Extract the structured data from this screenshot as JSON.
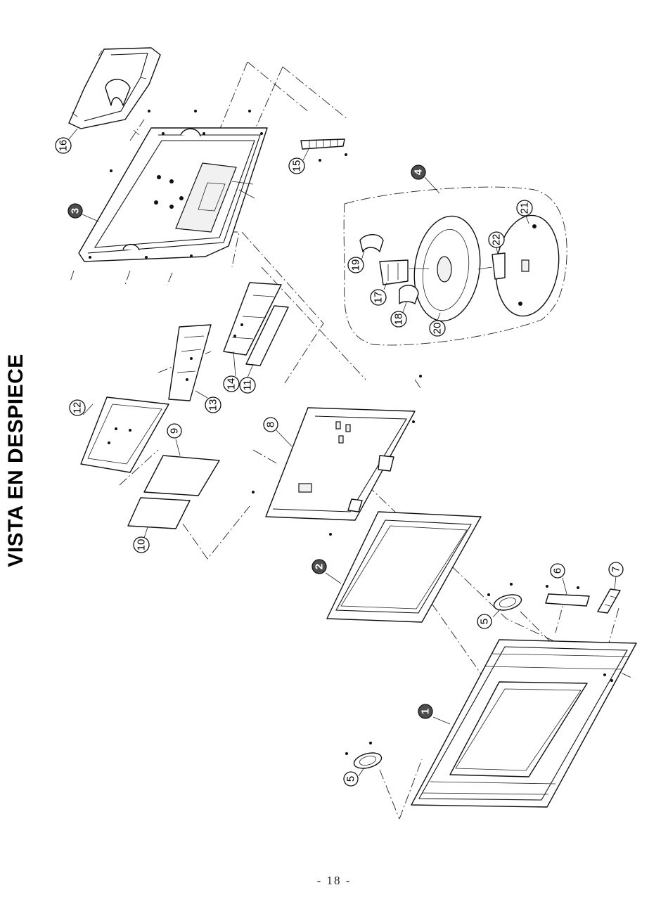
{
  "title": "VISTA EN DESPIECE",
  "page_number": "- 18 -",
  "callouts": [
    {
      "label": "1",
      "style": "filled"
    },
    {
      "label": "2",
      "style": "filled"
    },
    {
      "label": "3",
      "style": "filled"
    },
    {
      "label": "4",
      "style": "filled"
    },
    {
      "label": "5",
      "style": "outline"
    },
    {
      "label": "5",
      "style": "outline"
    },
    {
      "label": "6",
      "style": "outline"
    },
    {
      "label": "7",
      "style": "outline"
    },
    {
      "label": "8",
      "style": "outline"
    },
    {
      "label": "9",
      "style": "outline"
    },
    {
      "label": "10",
      "style": "outline"
    },
    {
      "label": "11",
      "style": "outline"
    },
    {
      "label": "12",
      "style": "outline"
    },
    {
      "label": "13",
      "style": "outline"
    },
    {
      "label": "14",
      "style": "outline"
    },
    {
      "label": "15",
      "style": "outline"
    },
    {
      "label": "16",
      "style": "outline"
    },
    {
      "label": "17",
      "style": "outline"
    },
    {
      "label": "18",
      "style": "outline"
    },
    {
      "label": "19",
      "style": "outline"
    },
    {
      "label": "20",
      "style": "outline"
    },
    {
      "label": "21",
      "style": "outline"
    },
    {
      "label": "22",
      "style": "outline"
    }
  ],
  "colors": {
    "ink": "#111111",
    "callout_fill": "#4d4d4d",
    "paper": "#ffffff"
  }
}
